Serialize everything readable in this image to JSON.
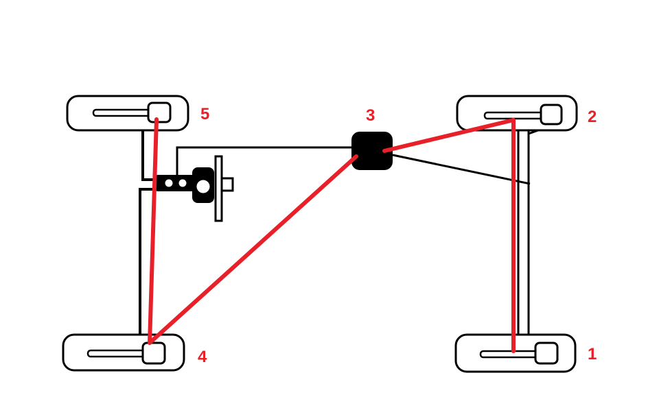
{
  "colors": {
    "route": "#e8202a",
    "label": "#e8202a",
    "outline": "#000000",
    "background": "#ffffff"
  },
  "labels": {
    "wheel_rear_right": "1",
    "wheel_front_right": "2",
    "central_unit": "3",
    "wheel_rear_left": "4",
    "wheel_front_left": "5"
  },
  "route_sequence": [
    "1",
    "2",
    "3",
    "4",
    "5"
  ]
}
